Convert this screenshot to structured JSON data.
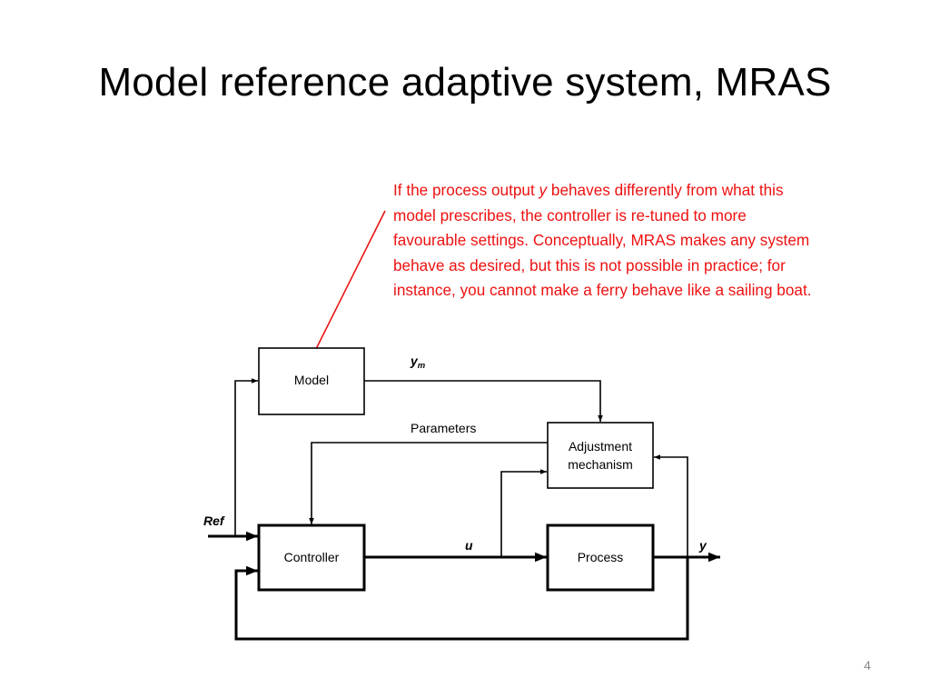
{
  "slide": {
    "title": "Model reference adaptive system, MRAS",
    "page_number": "4"
  },
  "annotation": {
    "lines": {
      "l1_before": "If the process output ",
      "l1_var": "y",
      "l1_after": " behaves differently from what this",
      "l2": "model prescribes, the controller is re-tuned to more",
      "l3": "favourable settings. Conceptually, MRAS makes any system",
      "l4": "behave as desired, but this is not possible in practice; for",
      "l5": "instance, you cannot make a ferry behave like a sailing boat."
    },
    "color": "#ee1111"
  },
  "diagram": {
    "blocks": {
      "model": "Model",
      "adjustment_line1": "Adjustment",
      "adjustment_line2": "mechanism",
      "controller": "Controller",
      "process": "Process"
    },
    "signals": {
      "ym_base": "y",
      "ym_sub": "m",
      "parameters": "Parameters",
      "ref": "Ref",
      "u": "u",
      "y": "y"
    }
  }
}
